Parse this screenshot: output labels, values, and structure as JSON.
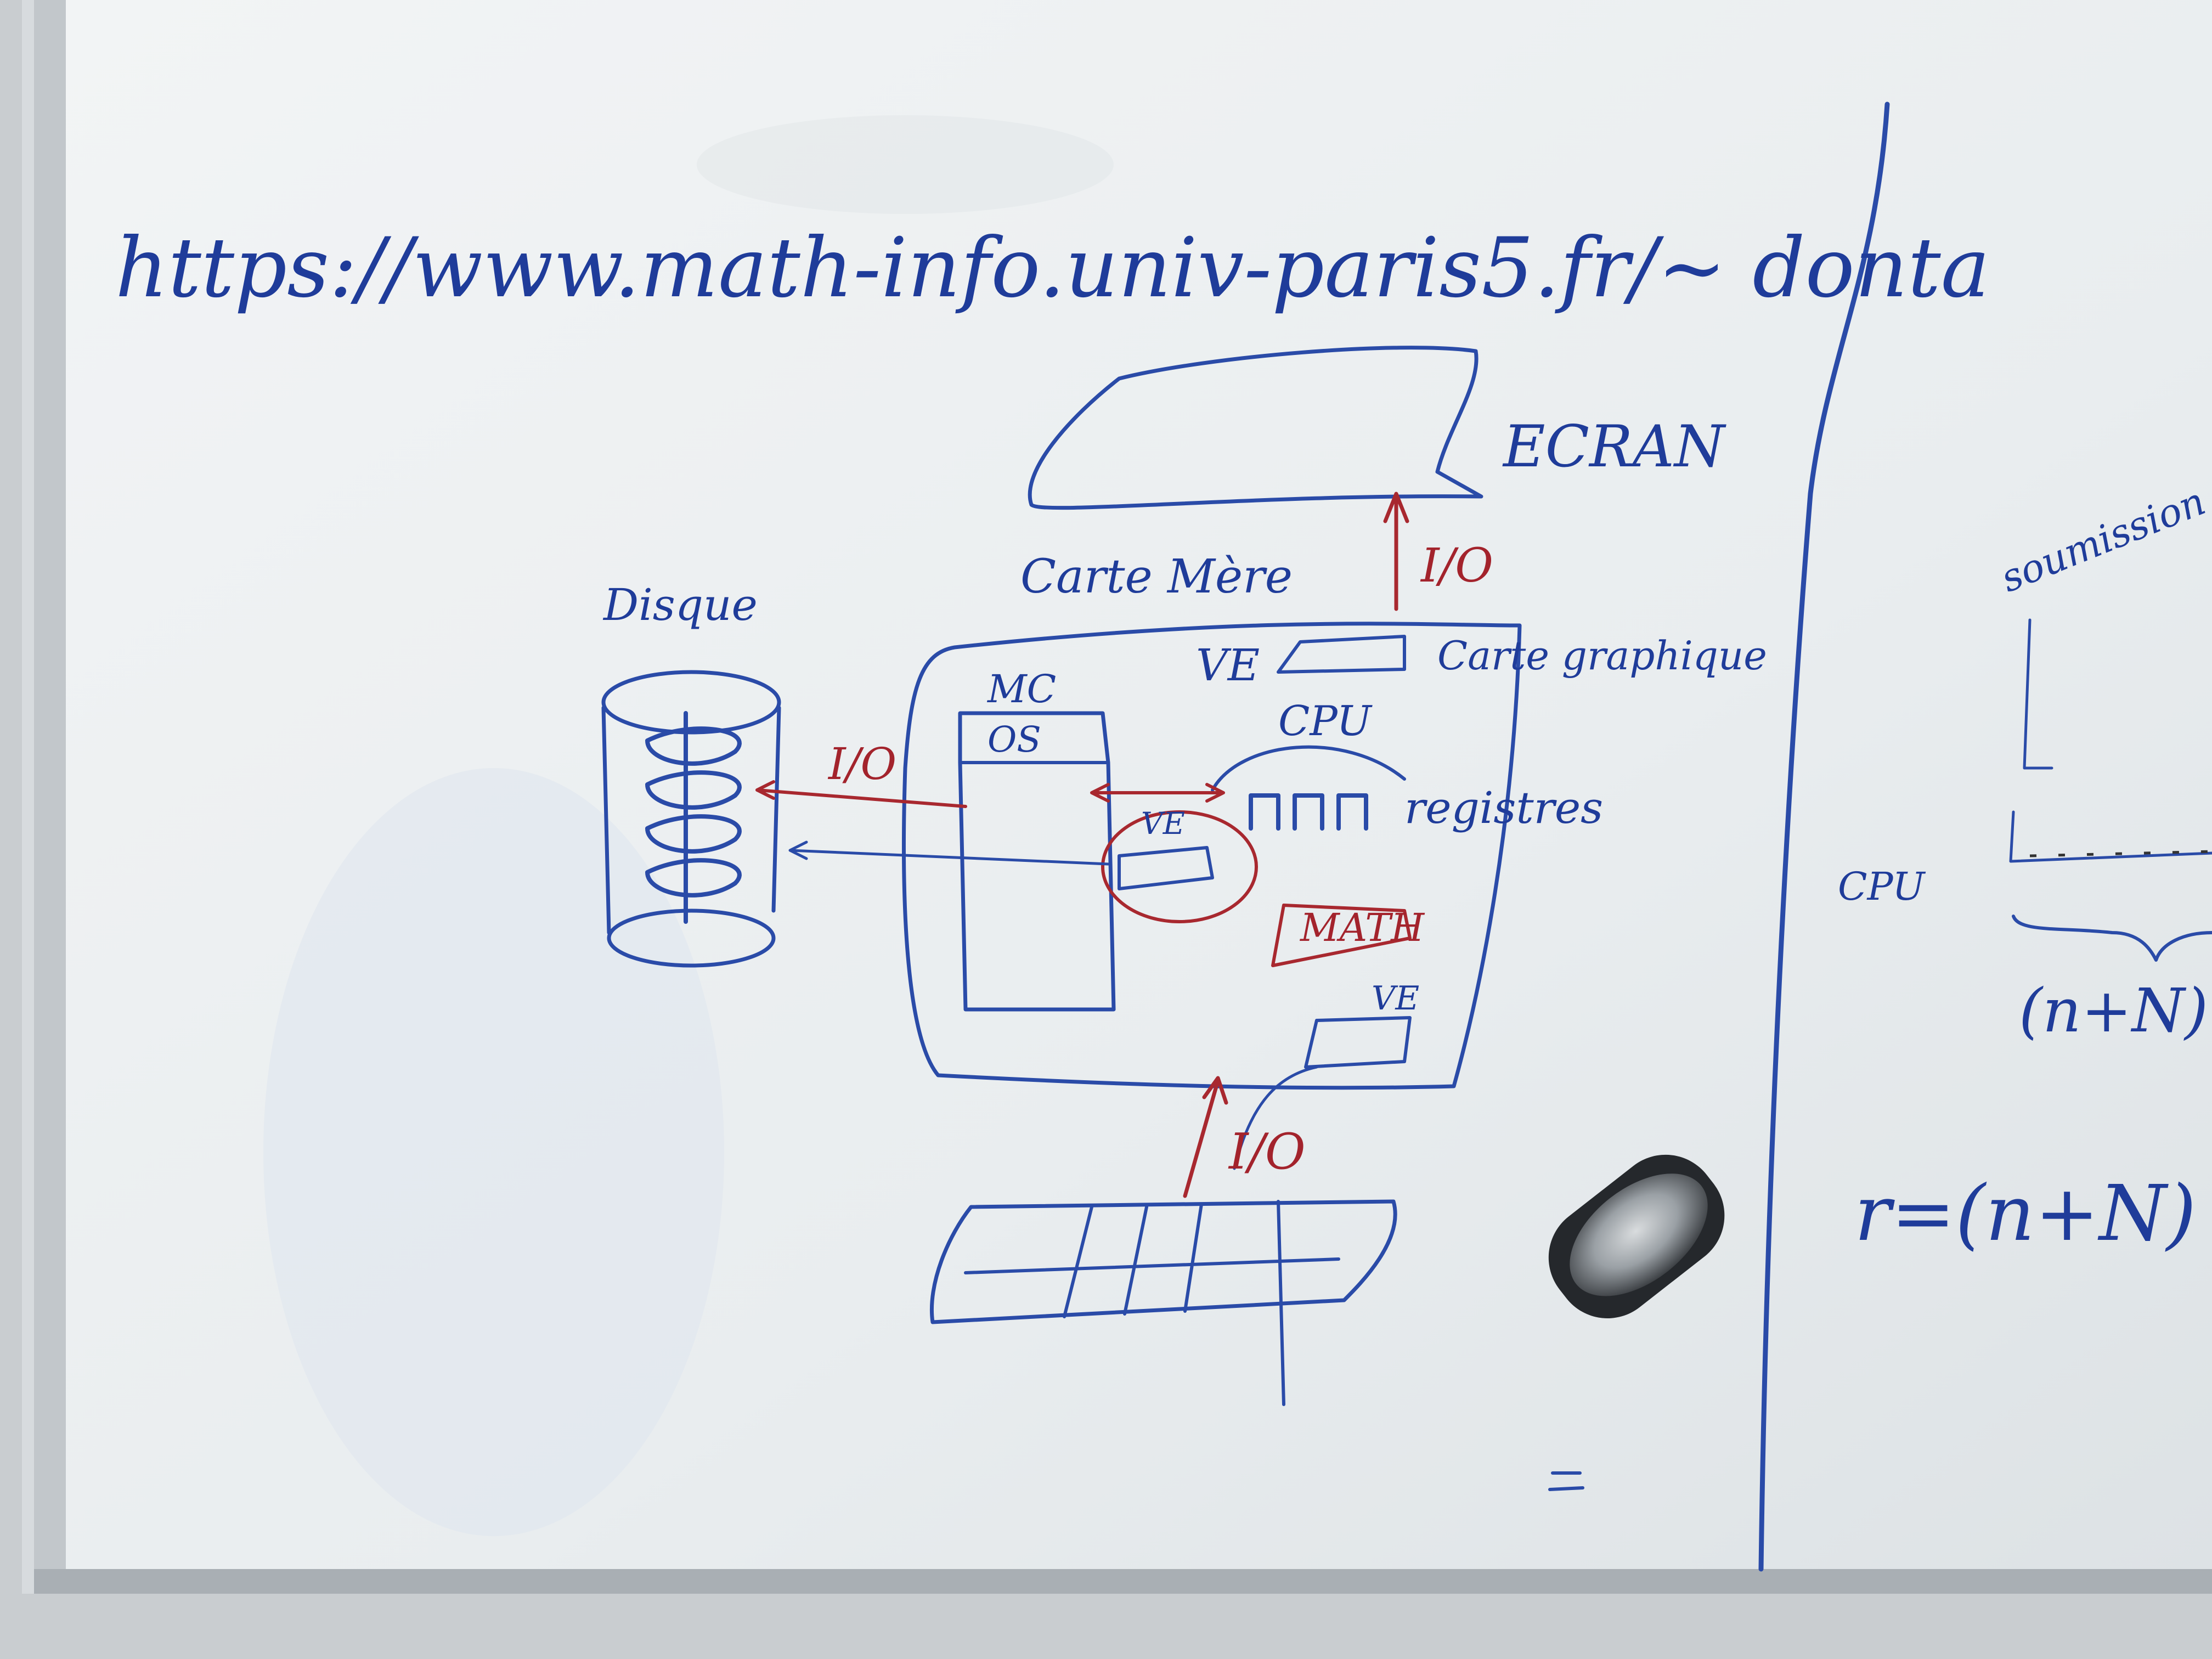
{
  "board": {
    "url": "https://www.math-info.univ-paris5.fr/~ donta",
    "ecran": "ECRAN",
    "carte_mere": "Carte Mère",
    "carte_graphique": "Carte graphique",
    "disque": "Disque",
    "mc": "MC",
    "os": "OS",
    "cpu": "CPU",
    "registres": "registres",
    "math": "MATH",
    "ve": "VE",
    "io": "I/O"
  },
  "right_panel": {
    "soumission": "soumission",
    "cpu_label": "CPU",
    "n_plus_n": "(n+N)",
    "formula": "r=(n+N)"
  },
  "colors": {
    "board": "#eef1f2",
    "frame": "#b9bec2",
    "marker_blue": "#1f3c9a",
    "marker_red": "#a3232c",
    "eraser": "#2b2e33"
  }
}
